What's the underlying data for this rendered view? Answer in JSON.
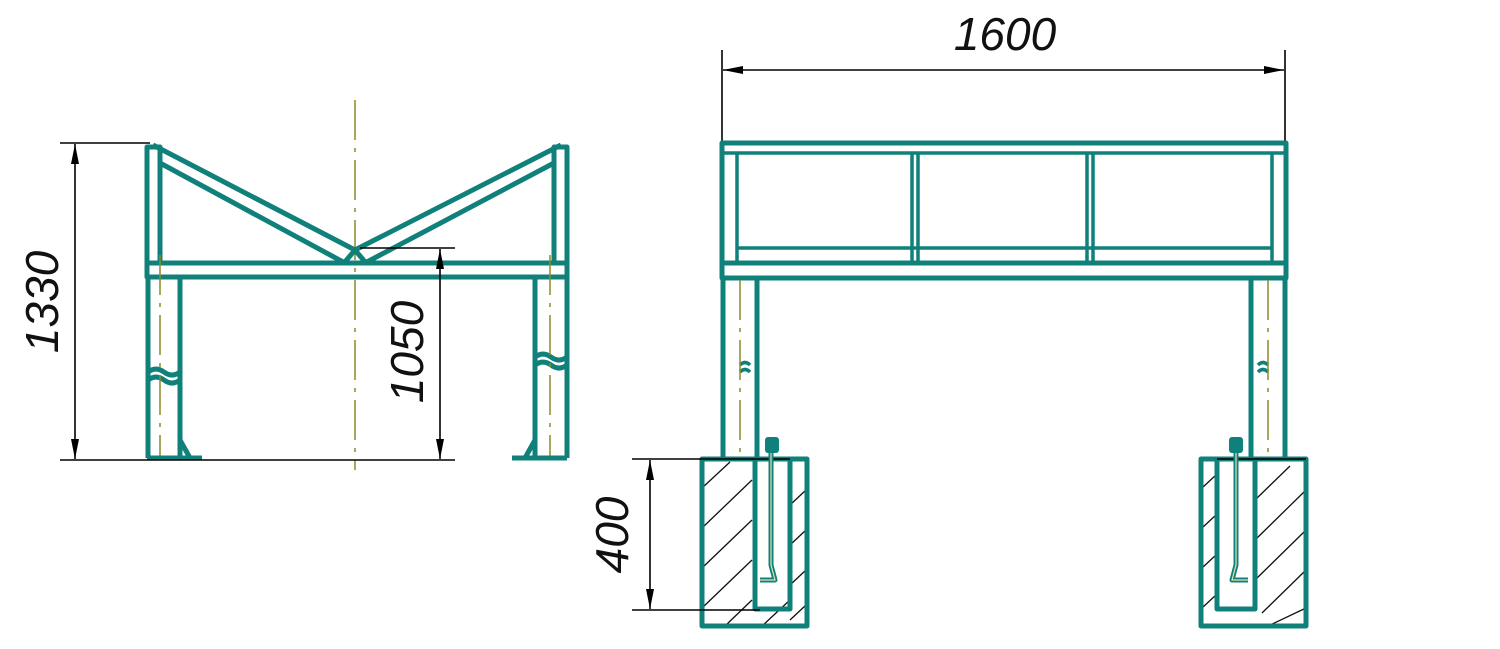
{
  "drawing": {
    "colors": {
      "structure": "#10807b",
      "centerline": "#8c8a2c",
      "dimension": "#000000"
    },
    "dimensions": {
      "overall_width": "1600",
      "side_height": "1330",
      "cradle_height": "1050",
      "foundation_depth": "400"
    }
  }
}
